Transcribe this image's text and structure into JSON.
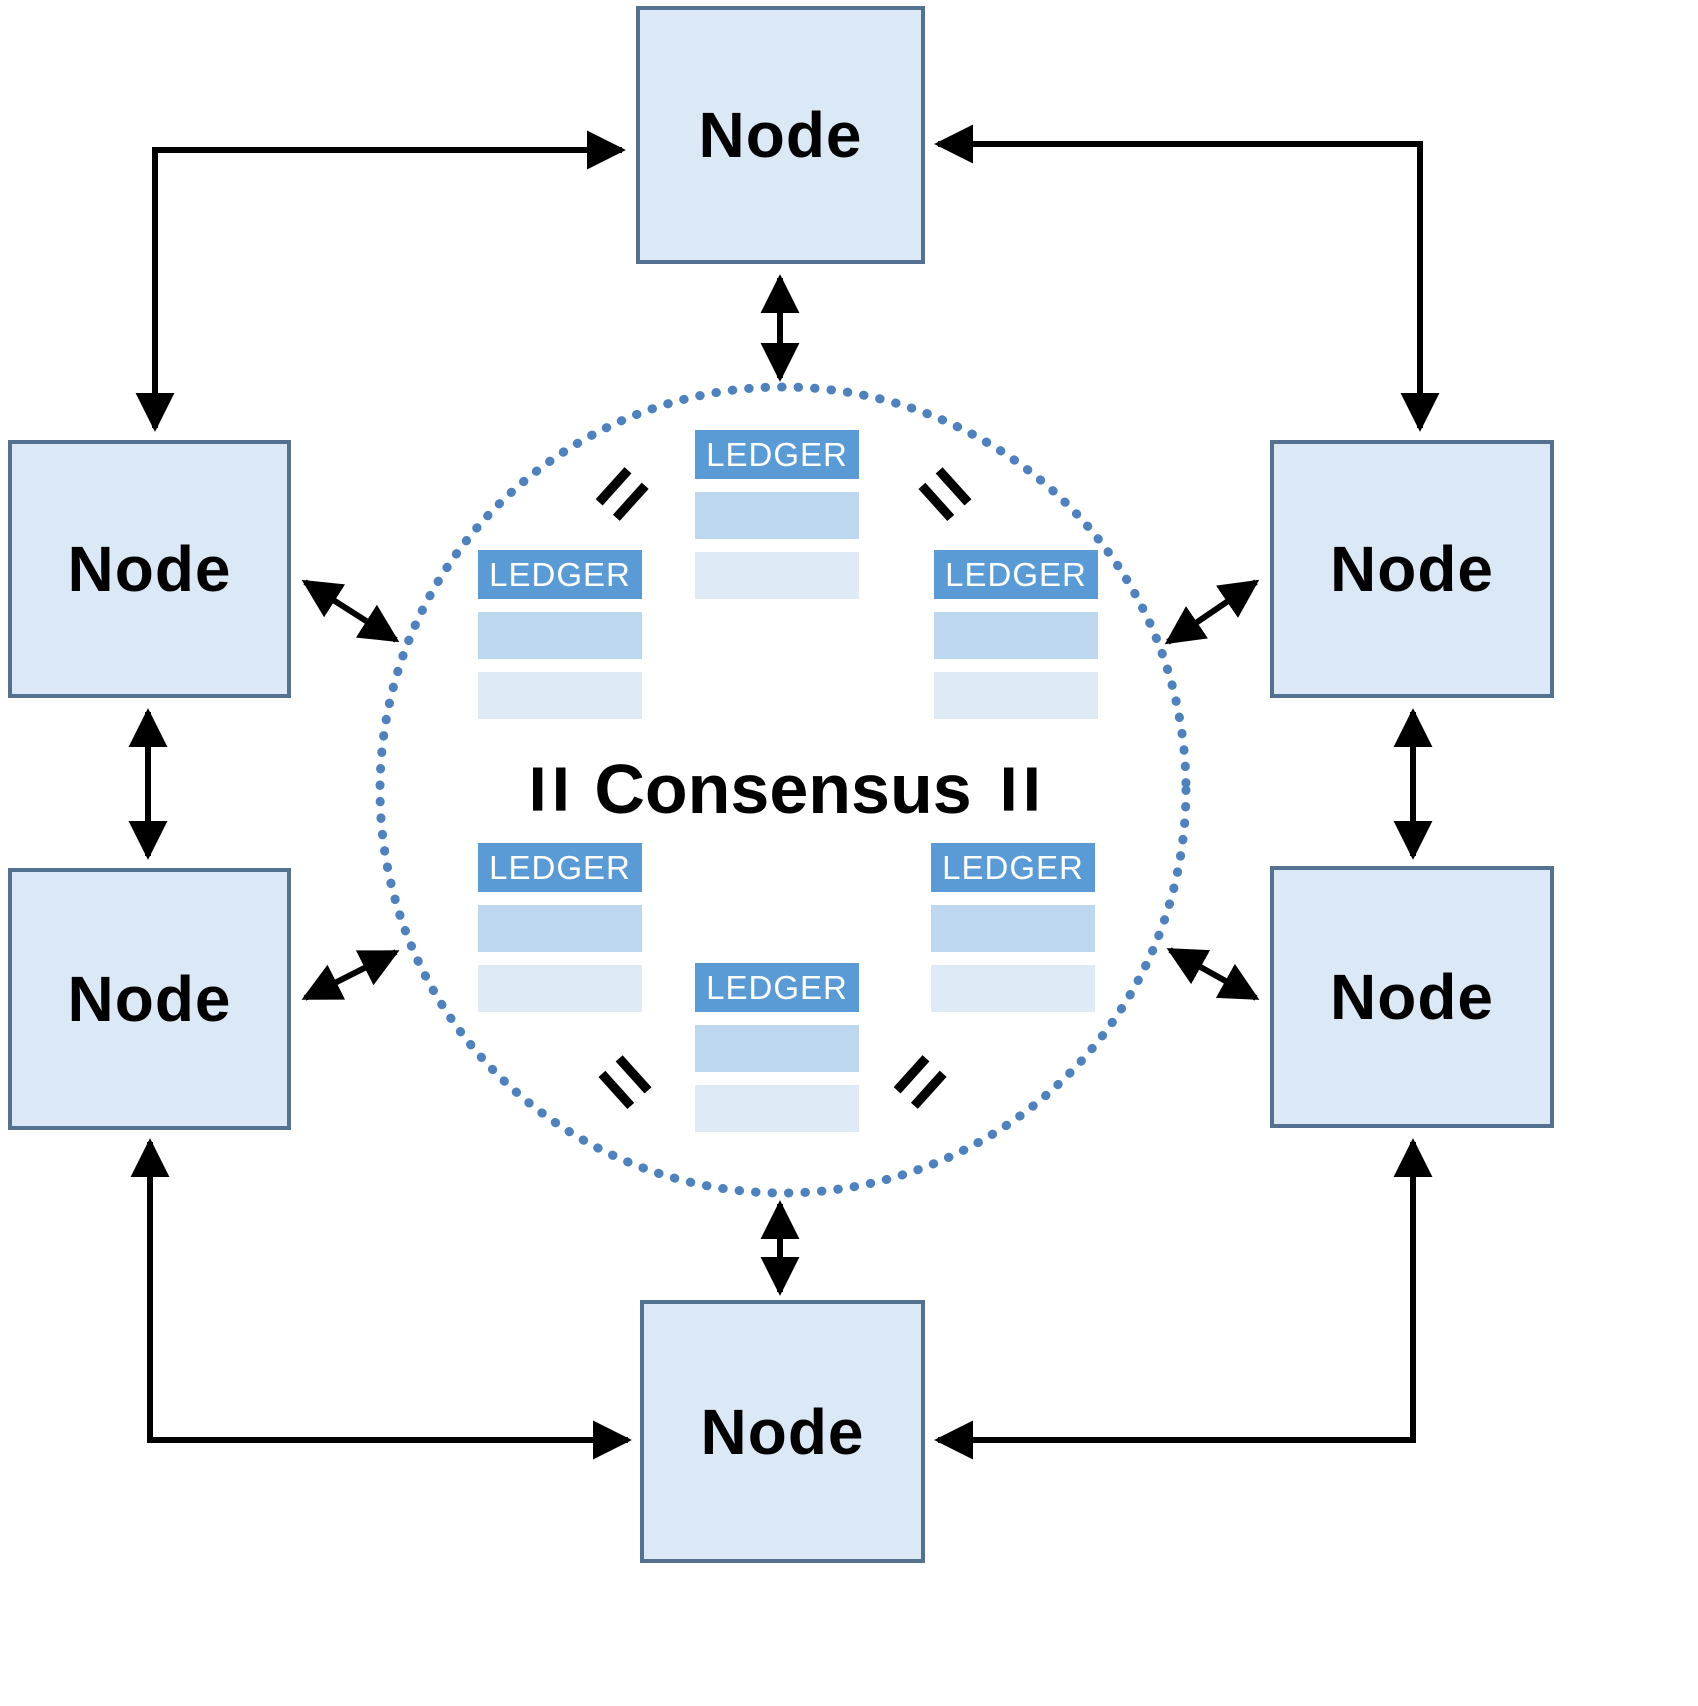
{
  "diagram": {
    "title_implied": "Distributed ledger consensus network",
    "consensus_label": "Consensus",
    "equals_symbol": "=",
    "nodes": [
      {
        "id": "node-top",
        "label": "Node"
      },
      {
        "id": "node-left-upper",
        "label": "Node"
      },
      {
        "id": "node-left-lower",
        "label": "Node"
      },
      {
        "id": "node-right-upper",
        "label": "Node"
      },
      {
        "id": "node-right-lower",
        "label": "Node"
      },
      {
        "id": "node-bottom",
        "label": "Node"
      }
    ],
    "ledgers": [
      {
        "id": "ledger-top-center",
        "label": "LEDGER"
      },
      {
        "id": "ledger-upper-left",
        "label": "LEDGER"
      },
      {
        "id": "ledger-upper-right",
        "label": "LEDGER"
      },
      {
        "id": "ledger-lower-left",
        "label": "LEDGER"
      },
      {
        "id": "ledger-lower-right",
        "label": "LEDGER"
      },
      {
        "id": "ledger-bottom-center",
        "label": "LEDGER"
      }
    ],
    "colors": {
      "node_fill": "#dbe8f6",
      "node_border": "#54718f",
      "ledger_header": "#5b9bd5",
      "ledger_row_medium": "#bdd7ee",
      "ledger_row_light": "#deebf7",
      "circle_dots": "#4f81bd",
      "arrows": "#000000",
      "background": "#ffffff"
    }
  }
}
